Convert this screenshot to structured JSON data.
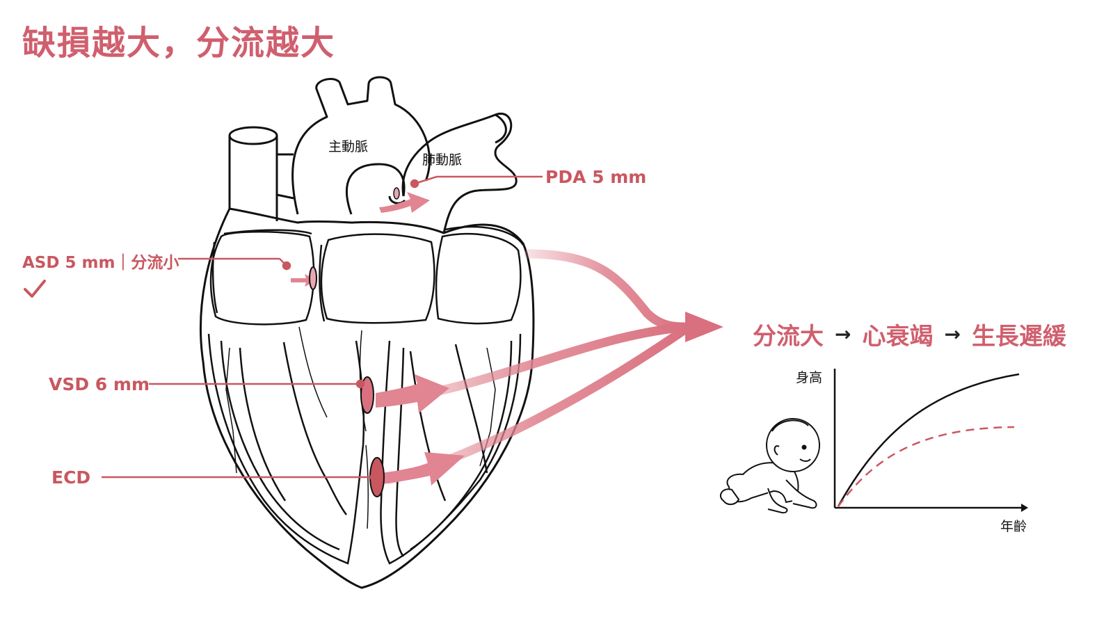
{
  "title": "缺損越大，分流越大",
  "vessels": {
    "aorta": "主動脈",
    "pulmonary_artery": "肺動脈"
  },
  "defects": {
    "pda": "PDA 5 mm",
    "asd": "ASD 5 mm｜分流小",
    "vsd": "VSD 6 mm",
    "ecd": "ECD"
  },
  "outcome": {
    "step1": "分流大",
    "step2": "心衰竭",
    "step3": "生長遲緩",
    "arrow": "→"
  },
  "growth_chart": {
    "ylabel": "身高",
    "xlabel": "年齡"
  },
  "icons": [
    "check-icon",
    "baby-icon",
    "heart-illustration"
  ],
  "colors": {
    "accent": "#d05f6e",
    "arrow": "#e08591",
    "line": "#111111"
  }
}
